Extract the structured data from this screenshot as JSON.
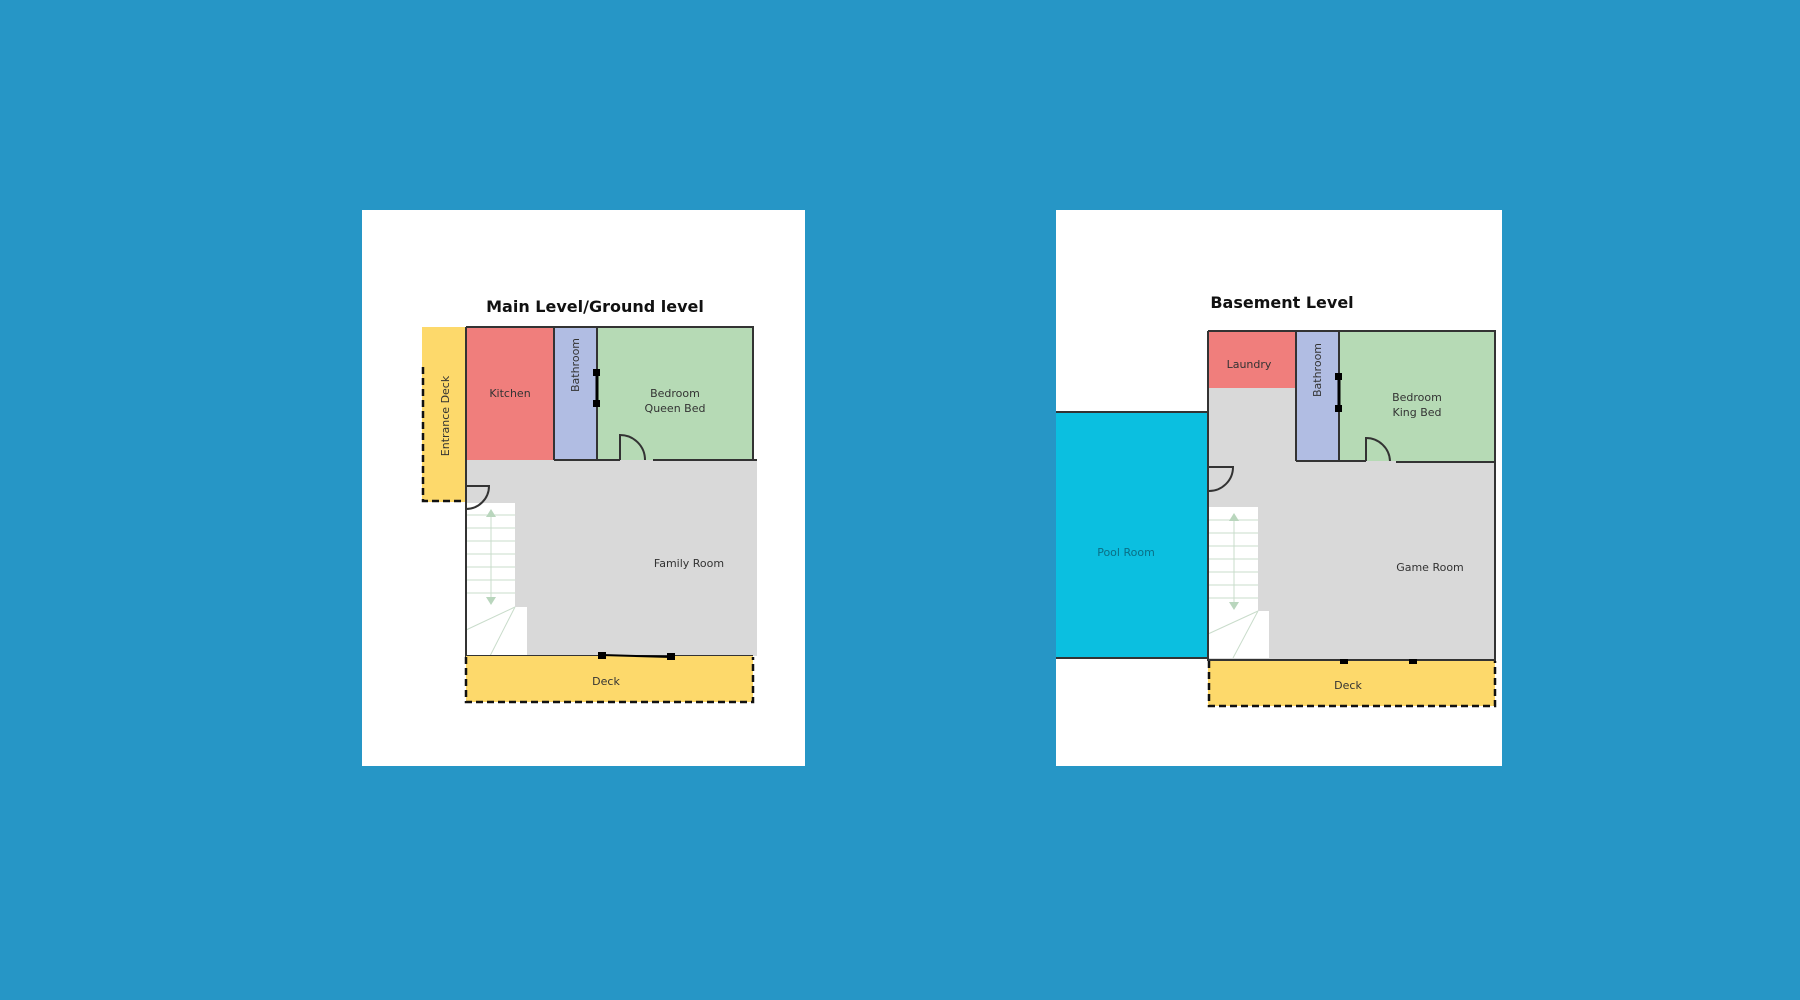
{
  "main_level": {
    "title": "Main Level/Ground level",
    "rooms": {
      "entrance_deck": "Entrance Deck",
      "kitchen": "Kitchen",
      "bathroom": "Bathroom",
      "bedroom_line1": "Bedroom",
      "bedroom_line2": "Queen Bed",
      "family_room": "Family Room",
      "deck": "Deck"
    }
  },
  "basement_level": {
    "title": "Basement Level",
    "rooms": {
      "laundry": "Laundry",
      "bathroom": "Bathroom",
      "bedroom_line1": "Bedroom",
      "bedroom_line2": "King Bed",
      "pool_room": "Pool Room",
      "game_room": "Game Room",
      "deck": "Deck"
    }
  },
  "colors": {
    "background": "#2696c6",
    "kitchen": "#f07e7c",
    "bathroom": "#b1bde3",
    "bedroom": "#b6dab5",
    "common": "#d9d9d9",
    "deck": "#fdd96b",
    "pool": "#0bbfe0"
  }
}
